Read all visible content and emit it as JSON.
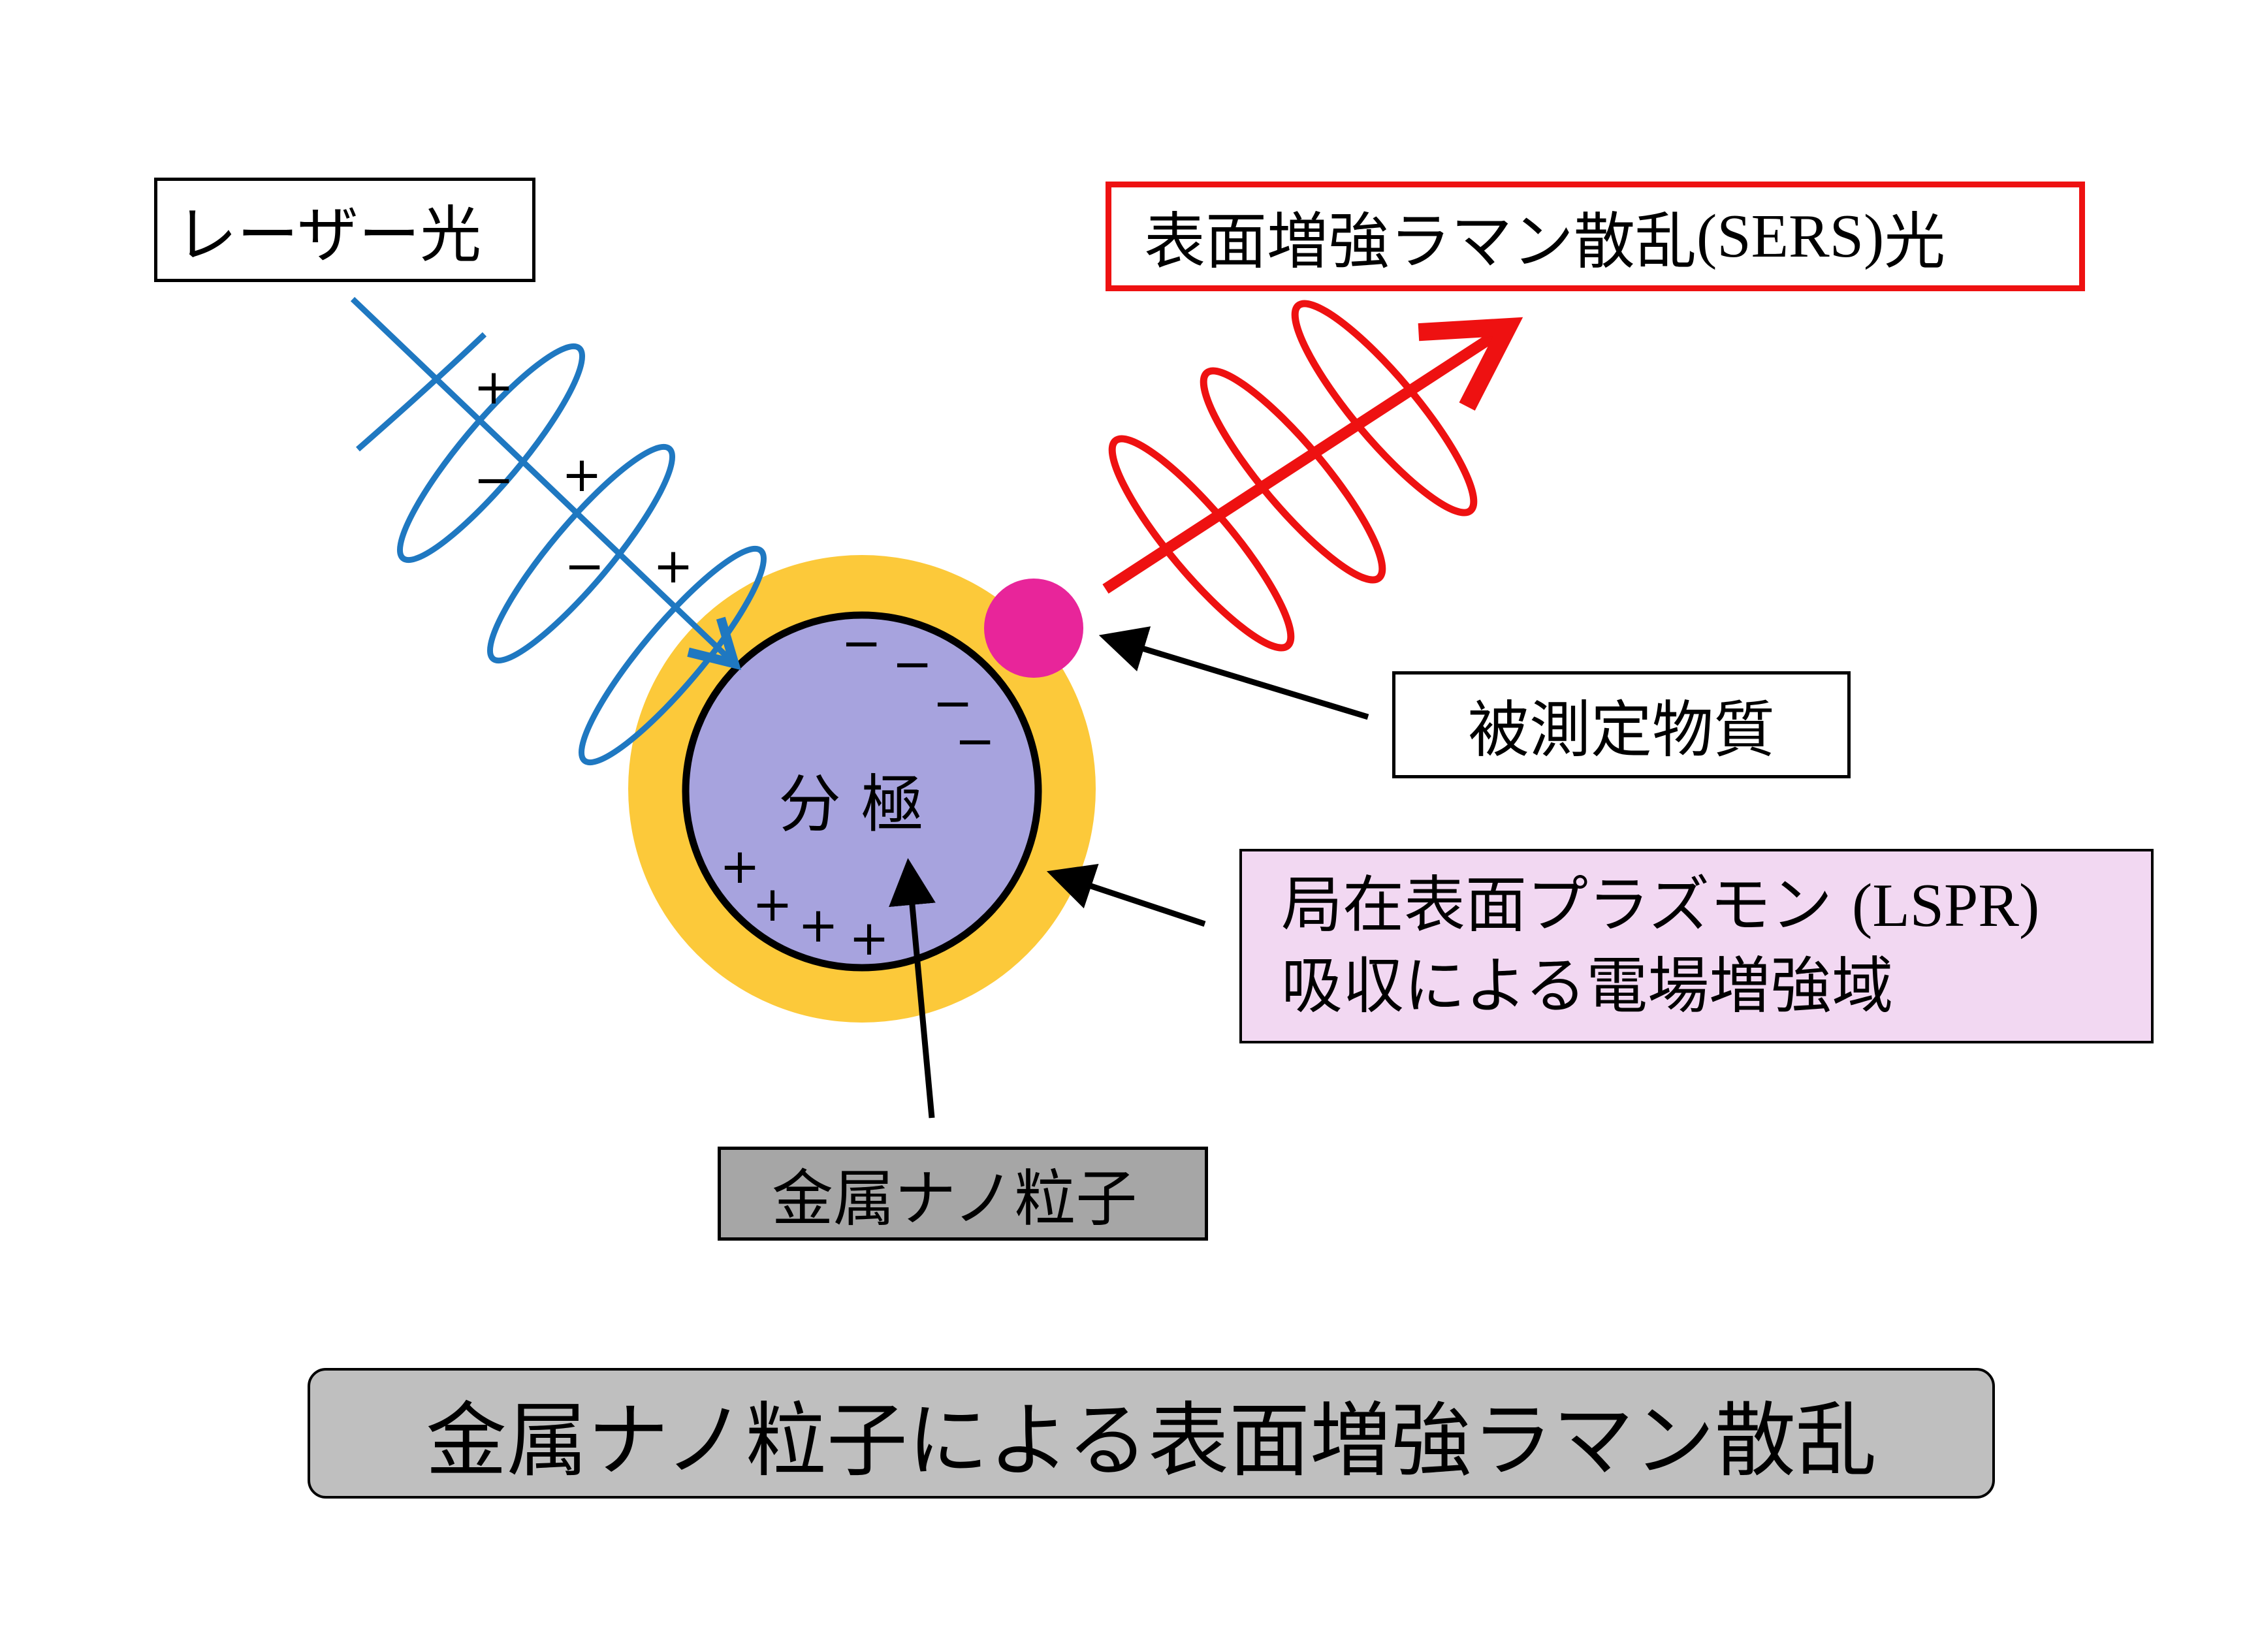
{
  "labels": {
    "laser": "レーザー光",
    "sers_prefix": "表面増強ラマン散乱 ",
    "sers_latin": "(SERS)",
    "sers_suffix": "光",
    "analyte": "被測定物質",
    "lspr_line1_prefix": "局在表面プラズモン ",
    "lspr_line1_latin": "(LSPR)",
    "lspr_line2": "吸収による電場増強域",
    "polarization": "分 極",
    "metal_nanoparticle": "金属ナノ粒子",
    "caption": "金属ナノ粒子による表面増強ラマン散乱"
  },
  "charges": {
    "plus": "+",
    "minus": "−"
  },
  "colors": {
    "laser_wave": "#1f78c1",
    "sers_wave": "#ee1111",
    "enhancement_field": "#fcc93a",
    "nanoparticle": "#a7a3de",
    "analyte": "#e8259a",
    "lspr_box": "#f2d8f2",
    "metal_box": "#a6a6a6",
    "caption_box": "#bfbfbf"
  }
}
